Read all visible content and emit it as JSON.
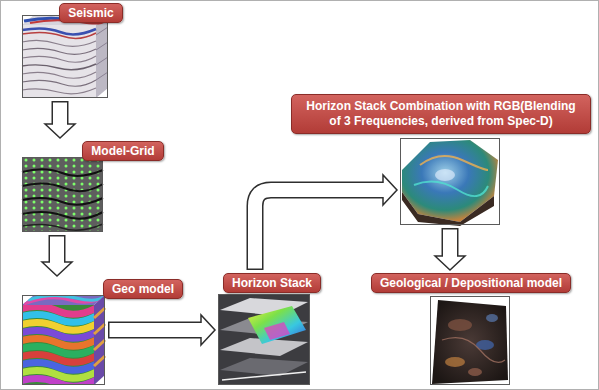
{
  "diagram": {
    "nodes": [
      {
        "text": [
          "Seismic"
        ]
      },
      {
        "text": [
          "Model-Grid"
        ]
      },
      {
        "text": [
          "Geo model"
        ]
      },
      {
        "text": [
          "Horizon Stack"
        ]
      },
      {
        "text": [
          "Horizon Stack Combination with RGB(Blending of 3 Frequencies, derived from Spec-D)"
        ]
      },
      {
        "text": [
          "Geological / Depositional model"
        ]
      }
    ],
    "edges": [
      {
        "from": 0,
        "to": 1,
        "arrow": "to"
      },
      {
        "from": 1,
        "to": 2,
        "arrow": "to"
      },
      {
        "from": 2,
        "to": 3,
        "arrow": "to"
      },
      {
        "from": 3,
        "to": 4,
        "arrow": "to"
      },
      {
        "from": 4,
        "to": 5,
        "arrow": "to"
      }
    ]
  }
}
